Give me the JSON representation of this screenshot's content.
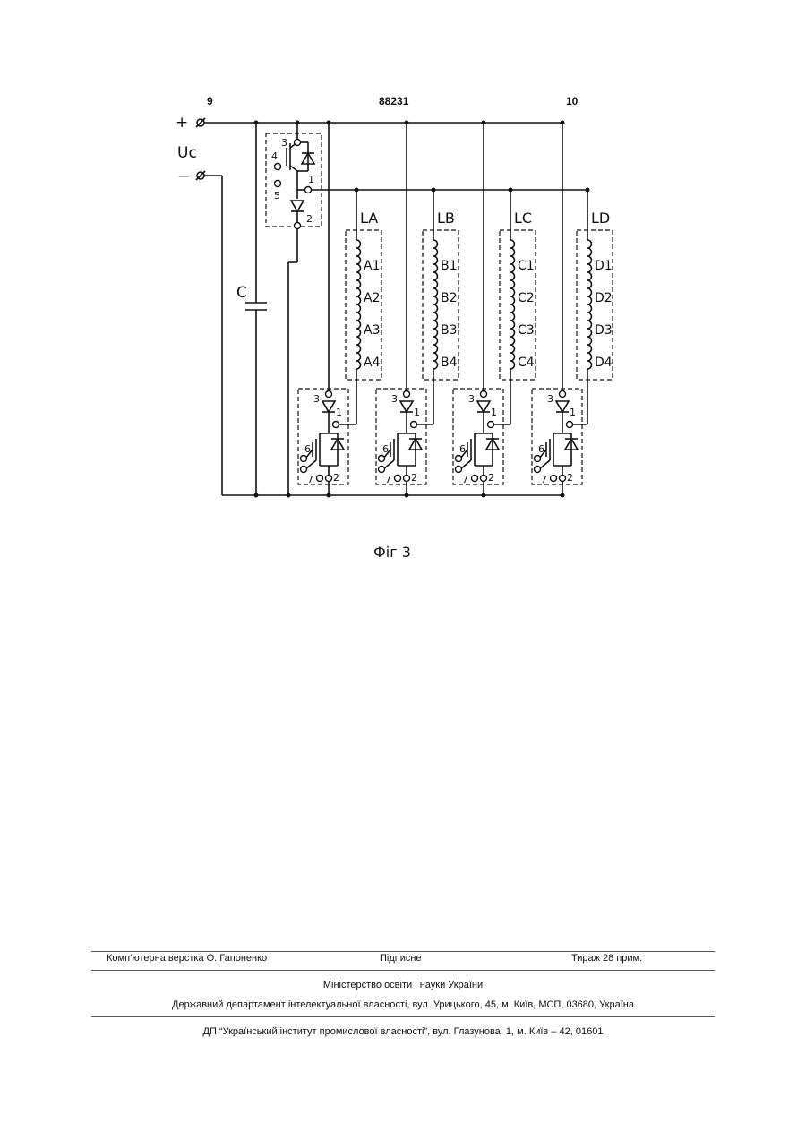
{
  "header": {
    "left_page": "9",
    "patent_number": "88231",
    "right_page": "10"
  },
  "diagram": {
    "supply_plus": "+",
    "supply_minus": "−",
    "supply_label": "Uc",
    "capacitor_label": "C",
    "top_module_pins": [
      "3",
      "4",
      "5",
      "1",
      "2"
    ],
    "bottom_module_pins": [
      "3",
      "1",
      "6",
      "7",
      "2"
    ],
    "phases": [
      {
        "name": "LA",
        "windings": [
          "A1",
          "A2",
          "A3",
          "A4"
        ]
      },
      {
        "name": "LB",
        "windings": [
          "B1",
          "B2",
          "B3",
          "B4"
        ]
      },
      {
        "name": "LC",
        "windings": [
          "C1",
          "C2",
          "C3",
          "C4"
        ]
      },
      {
        "name": "LD",
        "windings": [
          "D1",
          "D2",
          "D3",
          "D4"
        ]
      }
    ],
    "figure_caption": "Фіг 3"
  },
  "footer": {
    "layout": "Комп’ютерна верстка О. Гапоненко",
    "signed": "Підписне",
    "circulation": "Тираж 28 прим.",
    "ministry": "Міністерство освіти і науки України",
    "department": "Державний департамент інтелектуальної власності, вул. Урицького, 45, м. Київ, МСП, 03680, Україна",
    "institute": "ДП “Український інститут промислової власності”, вул. Глазунова, 1, м. Київ – 42, 01601"
  }
}
